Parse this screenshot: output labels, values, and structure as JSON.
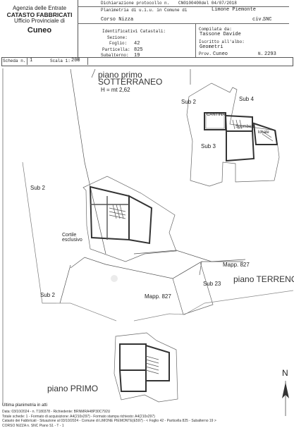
{
  "header": {
    "agency": "Agenzia delle Entrate",
    "office": "CATASTO FABBRICATI",
    "provincial_office": "Ufficio Provinciale di",
    "city": "Cuneo",
    "declaration_label": "Dichiarazione protocollo n.",
    "declaration_value": "CN0100400del  04/07/2018",
    "planimetry_label": "Planimetria di u.i.u. in Comune di",
    "municipality": "Limone Piemonte",
    "street": "Corso Nizza",
    "civ_label": "civ.",
    "civ_value": "SNC",
    "identifiers_label": "Identificativi Catastali:",
    "section_label": "Sezione:",
    "section_value": "",
    "sheet_label": "Foglio:",
    "sheet_value": "42",
    "parcel_label": "Particella:",
    "parcel_value": "825",
    "subaltern_label": "Subalterno:",
    "subaltern_value": "19",
    "compiled_label": "Compilata da:",
    "compiled_value": "Tassone Davide",
    "registered_label": "Iscritto all'albo:",
    "registered_value": "Geometri",
    "province_label": "Prov.",
    "province_value": "Cuneo",
    "number_label": "N.",
    "number_value": "2293",
    "scheda_label": "Scheda n.",
    "scheda_value": "1",
    "scale_label": "Scala 1:",
    "scale_value": "200"
  },
  "plan": {
    "basement_title_1": "piano primo",
    "basement_title_2": "SOTTERRANEO",
    "height_note": "H = mt 2,62",
    "sub2_a": "Sub 2",
    "sub4": "Sub 4",
    "sub3": "Sub 3",
    "cantina": "CANTINA",
    "sgombero": "Sgombero",
    "locale": "locale",
    "sub2_left": "Sub 2",
    "cortile": "Cortile",
    "esclusivo": "esclusivo",
    "mapp827_a": "Mapp. 827",
    "sub23": "Sub 23",
    "mapp827_b": "Mapp. 827",
    "sub2_bottom": "Sub 2",
    "ground_floor": "piano TERRENO",
    "first_floor": "piano PRIMO",
    "north": "N",
    "watermark": "Ultima planimetria in atti"
  },
  "footer": {
    "line1": "Data: 03/10/2024 - n. T180378 - Richiedente: BRNMRA48P30C792U",
    "line2": "Totale schede: 1 - Formato di acquisizione: A4(210x297) - Formato stampa richiesto: A4(210x297)",
    "line3": "Catasto dei Fabbricati - Situazione al 03/10/2024 - Comune di LIMONE PIEMONTE(E597) - < Foglio 42 - Particella 825 - Subalterno 19 >",
    "line4": "CORSO NIZZA n. SNC Piano S1 - T - 1"
  }
}
